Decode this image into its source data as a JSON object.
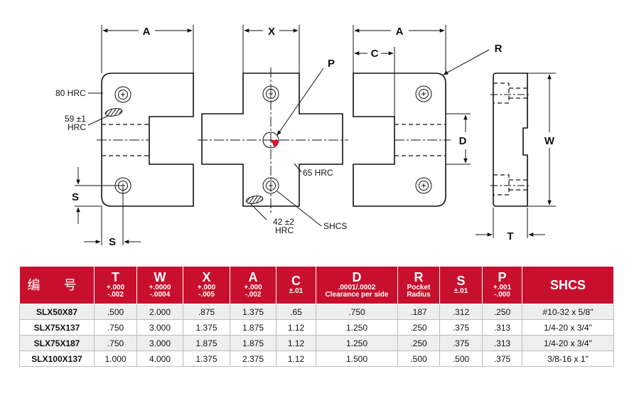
{
  "drawing": {
    "labels": {
      "a_left": "A",
      "x": "X",
      "a_right": "A",
      "c": "C",
      "r": "R",
      "p": "P",
      "d": "D",
      "w": "W",
      "s_vertical": "S",
      "s_horizontal": "S",
      "t": "T"
    },
    "notes": {
      "hrc_80": "80 HRC",
      "hrc_59_line1": "59 ±1",
      "hrc_59_line2": "HRC",
      "hrc_65": "65 HRC",
      "hrc_42_line1": "42 ±2",
      "hrc_42_line2": "HRC",
      "shcs": "SHCS"
    }
  },
  "table": {
    "headers": [
      {
        "main": "编 号",
        "sub": [],
        "name": "code"
      },
      {
        "main": "T",
        "sub": [
          "+.000",
          "-.002"
        ],
        "name": "t"
      },
      {
        "main": "W",
        "sub": [
          "+.0000",
          "-.0004"
        ],
        "name": "w"
      },
      {
        "main": "X",
        "sub": [
          "+.000",
          "-.005"
        ],
        "name": "x"
      },
      {
        "main": "A",
        "sub": [
          "+.000",
          "-.002"
        ],
        "name": "a"
      },
      {
        "main": "C",
        "sub": [
          "±.01"
        ],
        "name": "c"
      },
      {
        "main": "D",
        "sub": [
          ".0001/.0002",
          "Clearance per side"
        ],
        "name": "d"
      },
      {
        "main": "R",
        "sub": [
          "Pocket",
          "Radius"
        ],
        "name": "r"
      },
      {
        "main": "S",
        "sub": [
          "±.01"
        ],
        "name": "s"
      },
      {
        "main": "P",
        "sub": [
          "+.001",
          "-.000"
        ],
        "name": "p"
      },
      {
        "main": "SHCS",
        "sub": [],
        "name": "shcs"
      }
    ],
    "rows": [
      [
        "SLX50X87",
        ".500",
        "2.000",
        ".875",
        "1.375",
        ".65",
        ".750",
        ".187",
        ".312",
        ".250",
        "#10-32 x 5/8\""
      ],
      [
        "SLX75X137",
        ".750",
        "3.000",
        "1.375",
        "1.875",
        "1.12",
        "1.250",
        ".250",
        ".375",
        ".313",
        "1/4-20 x 3/4\""
      ],
      [
        "SLX75X187",
        ".750",
        "3.000",
        "1.875",
        "1.875",
        "1.12",
        "1.250",
        ".250",
        ".375",
        ".313",
        "1/4-20 x 3/4\""
      ],
      [
        "SLX100X137",
        "1.000",
        "4.000",
        "1.375",
        "2.375",
        "1.12",
        "1.500",
        ".500",
        ".500",
        ".375",
        "3/8-16 x 1\""
      ]
    ]
  },
  "colors": {
    "header_red": "#c8102e",
    "p_marker_red": "#e0102a",
    "row_shade": "#eeeeee"
  }
}
